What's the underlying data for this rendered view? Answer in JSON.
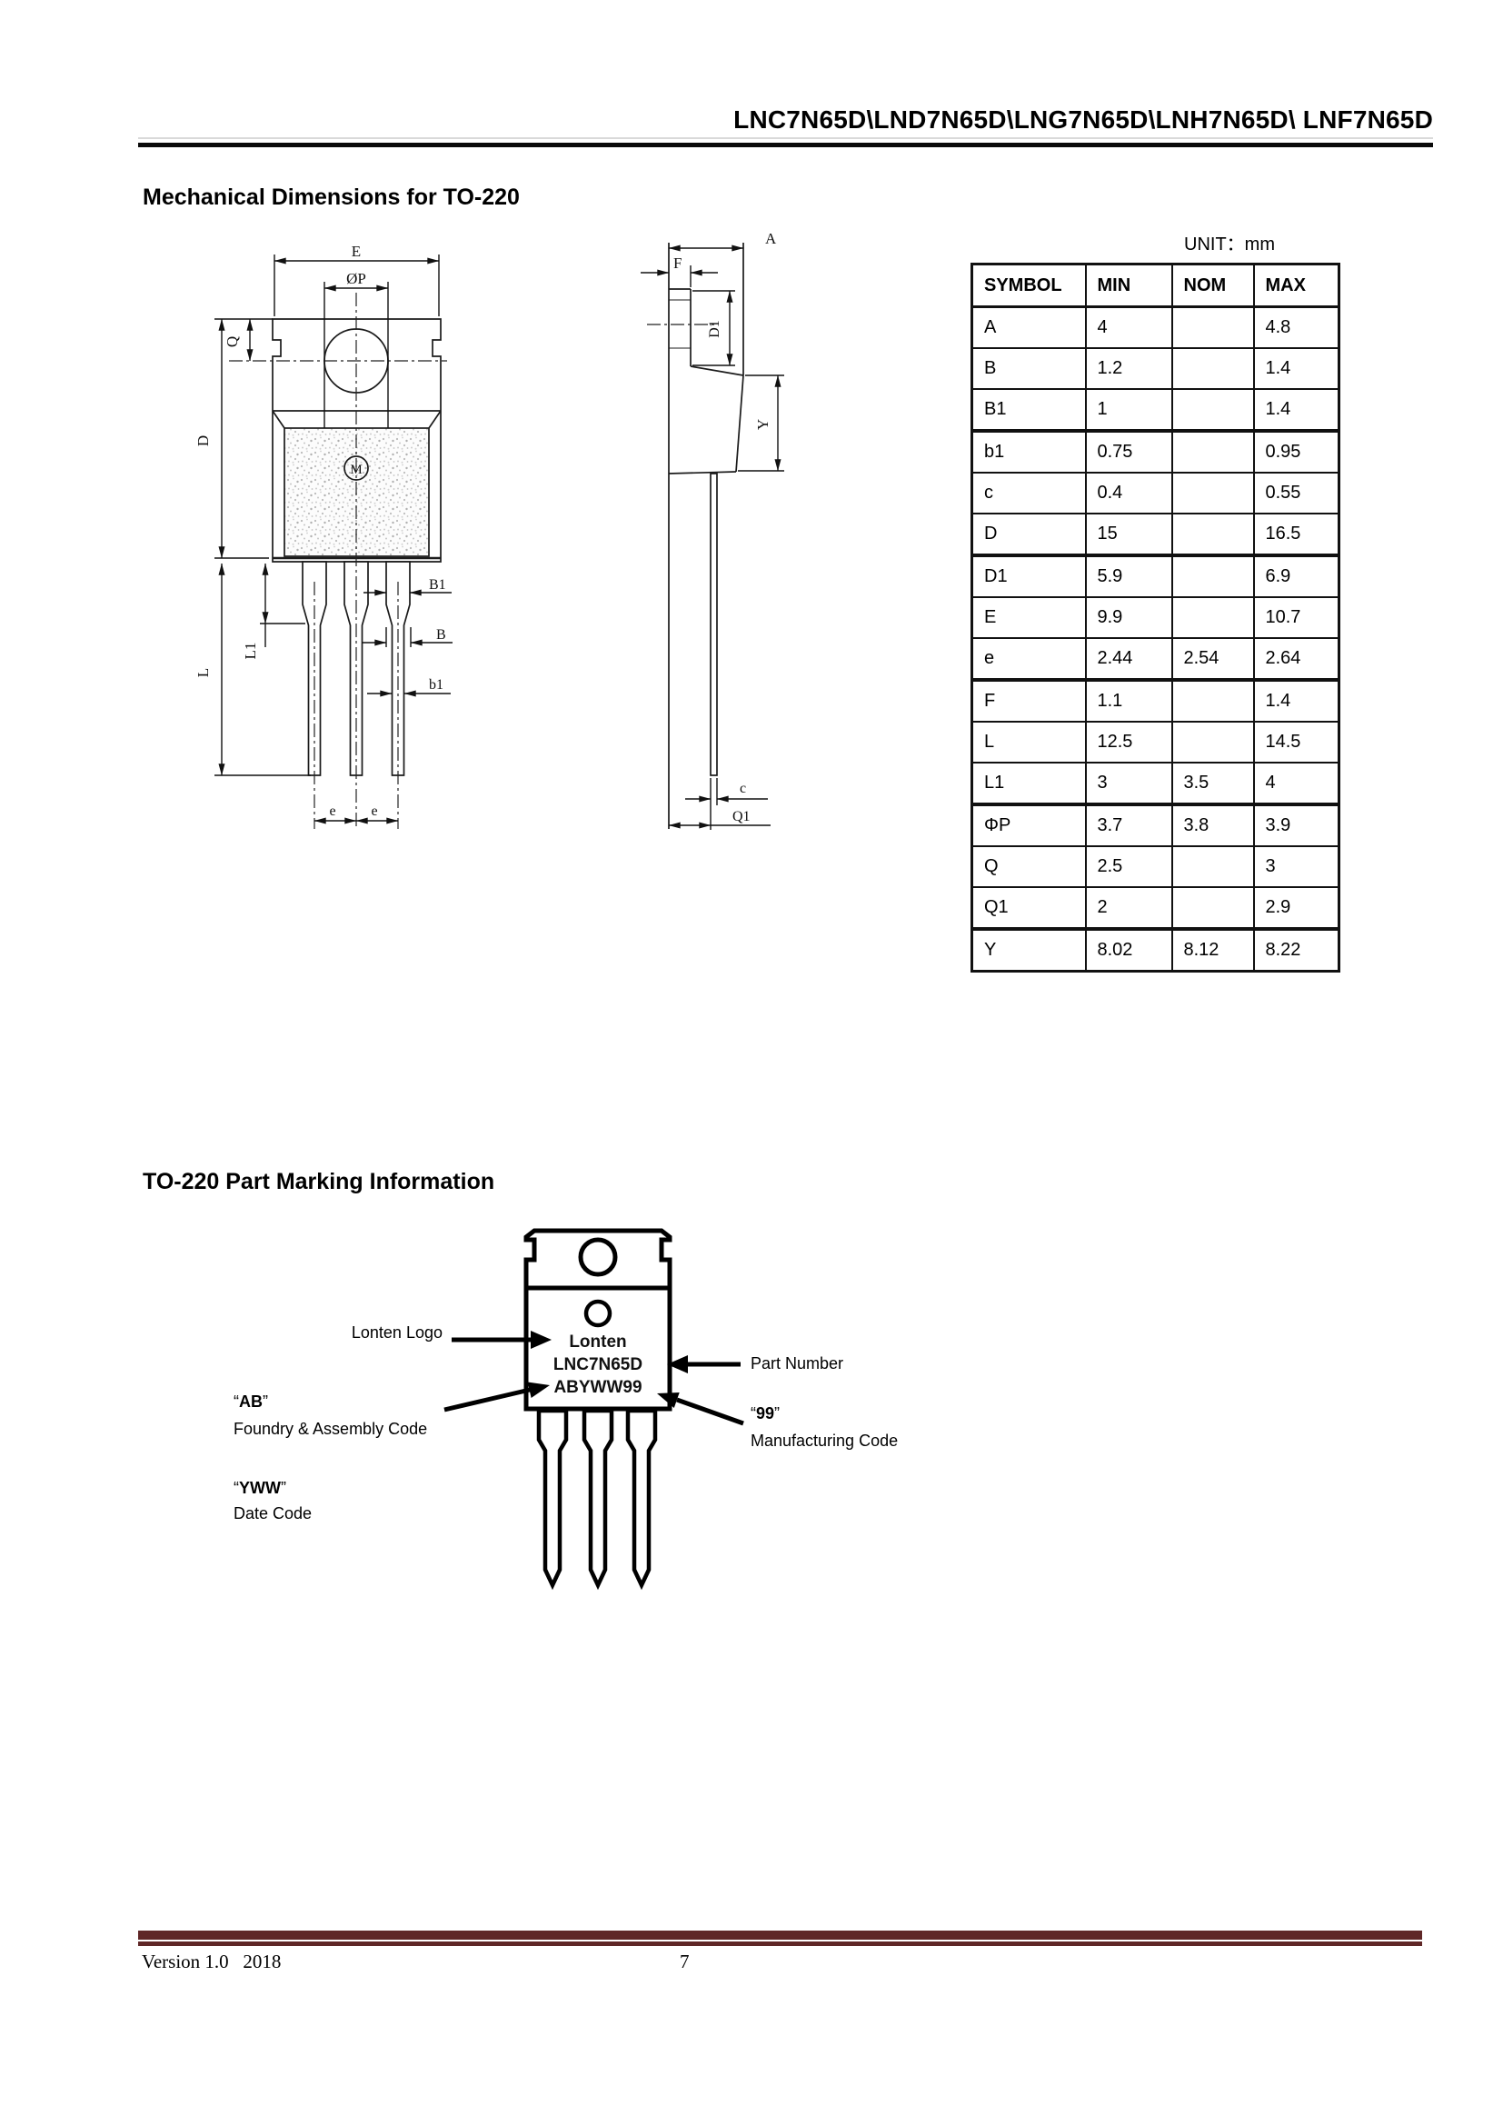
{
  "header": {
    "title": "LNC7N65D\\LND7N65D\\LNG7N65D\\LNH7N65D\\ LNF7N65D"
  },
  "mech": {
    "heading": "Mechanical Dimensions for TO-220",
    "unit": "UNIT：mm",
    "front_labels": {
      "E": "E",
      "P": "ØP",
      "Q": "Q",
      "D": "D",
      "L": "L",
      "L1": "L1",
      "B1": "B1",
      "B": "B",
      "b1": "b1",
      "e": "e",
      "logo": "M"
    },
    "side_labels": {
      "A": "A",
      "F": "F",
      "D1": "D1",
      "Y": "Y",
      "c": "c",
      "Q1": "Q1"
    }
  },
  "dim_table": {
    "headers": {
      "symbol": "SYMBOL",
      "min": "MIN",
      "nom": "NOM",
      "max": "MAX"
    },
    "rows": [
      {
        "symbol": "A",
        "min": "4",
        "nom": "",
        "max": "4.8"
      },
      {
        "symbol": "B",
        "min": "1.2",
        "nom": "",
        "max": "1.4"
      },
      {
        "symbol": "B1",
        "min": "1",
        "nom": "",
        "max": "1.4"
      },
      {
        "symbol": "b1",
        "min": "0.75",
        "nom": "",
        "max": "0.95"
      },
      {
        "symbol": "c",
        "min": "0.4",
        "nom": "",
        "max": "0.55"
      },
      {
        "symbol": "D",
        "min": "15",
        "nom": "",
        "max": "16.5"
      },
      {
        "symbol": "D1",
        "min": "5.9",
        "nom": "",
        "max": "6.9"
      },
      {
        "symbol": "E",
        "min": "9.9",
        "nom": "",
        "max": "10.7"
      },
      {
        "symbol": "e",
        "min": "2.44",
        "nom": "2.54",
        "max": "2.64"
      },
      {
        "symbol": "F",
        "min": "1.1",
        "nom": "",
        "max": "1.4"
      },
      {
        "symbol": "L",
        "min": "12.5",
        "nom": "",
        "max": "14.5"
      },
      {
        "symbol": "L1",
        "min": "3",
        "nom": "3.5",
        "max": "4"
      },
      {
        "symbol": "ΦP",
        "min": "3.7",
        "nom": "3.8",
        "max": "3.9"
      },
      {
        "symbol": "Q",
        "min": "2.5",
        "nom": "",
        "max": "3"
      },
      {
        "symbol": "Q1",
        "min": "2",
        "nom": "",
        "max": "2.9"
      },
      {
        "symbol": "Y",
        "min": "8.02",
        "nom": "8.12",
        "max": "8.22"
      }
    ]
  },
  "marking": {
    "heading": "TO-220 Part Marking Information",
    "chip": {
      "line1": "Lonten",
      "line2": "LNC7N65D",
      "line3": "ABYWW99"
    },
    "callouts": {
      "logo": "Lonten Logo",
      "part_number": "Part Number",
      "oq": "“",
      "cq": "”",
      "ab": "AB",
      "ab_desc": "Foundry & Assembly Code",
      "yww": "YWW",
      "yww_desc": "Date Code",
      "mfg": "99",
      "mfg_desc": "Manufacturing Code"
    }
  },
  "footer": {
    "version": "Version 1.0   2018",
    "page": "7"
  }
}
